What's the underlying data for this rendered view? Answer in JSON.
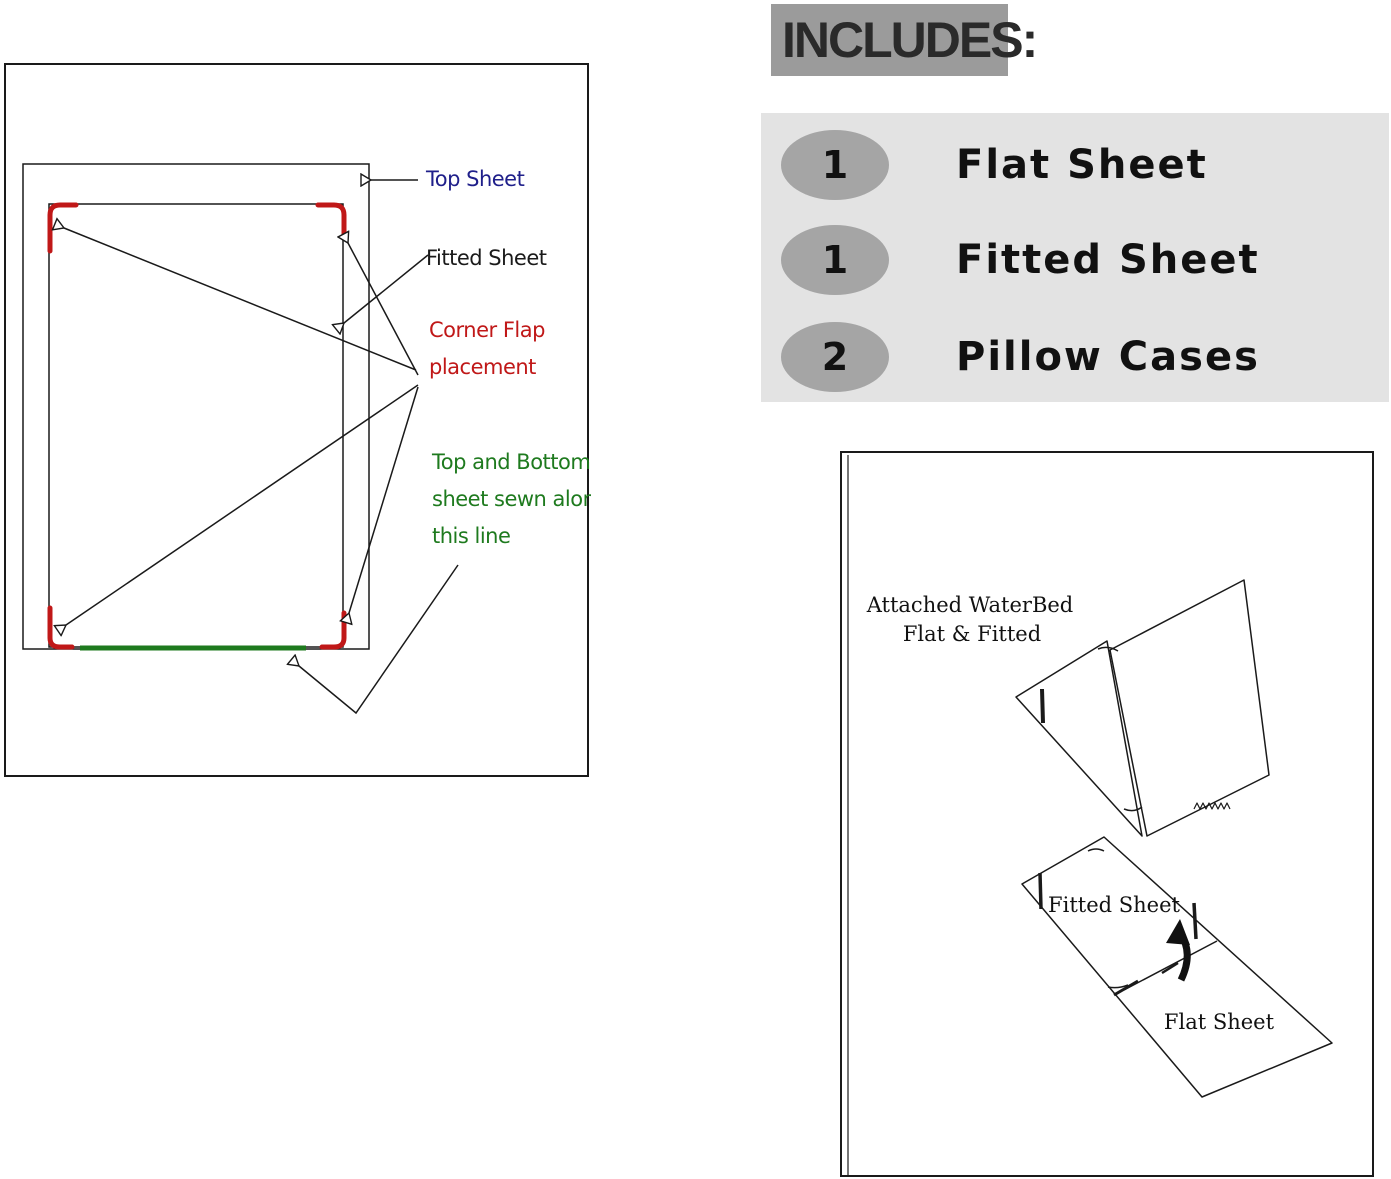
{
  "left_diagram": {
    "labels": {
      "top_sheet": "Top Sheet",
      "fitted_sheet": "Fitted Sheet",
      "corner_flap_line1": "Corner Flap",
      "corner_flap_line2": "placement",
      "sewn_line1": "Top and Bottom",
      "sewn_line2": "sheet sewn along",
      "sewn_line3": "this line"
    },
    "colors": {
      "top_sheet_label": "#1f1f8a",
      "corner_flap": "#c01818",
      "sewn_line": "#1e7a1e",
      "outline": "#1a1a1a"
    }
  },
  "includes": {
    "title": "INCLUDES:",
    "items": [
      {
        "qty": "1",
        "label": "Flat Sheet"
      },
      {
        "qty": "1",
        "label": "Fitted Sheet"
      },
      {
        "qty": "2",
        "label": "Pillow Cases"
      }
    ]
  },
  "right_diagram": {
    "caption_line1": "Attached WaterBed",
    "caption_line2": "Flat & Fitted",
    "fitted_label": "Fitted Sheet",
    "flat_label": "Flat Sheet"
  }
}
